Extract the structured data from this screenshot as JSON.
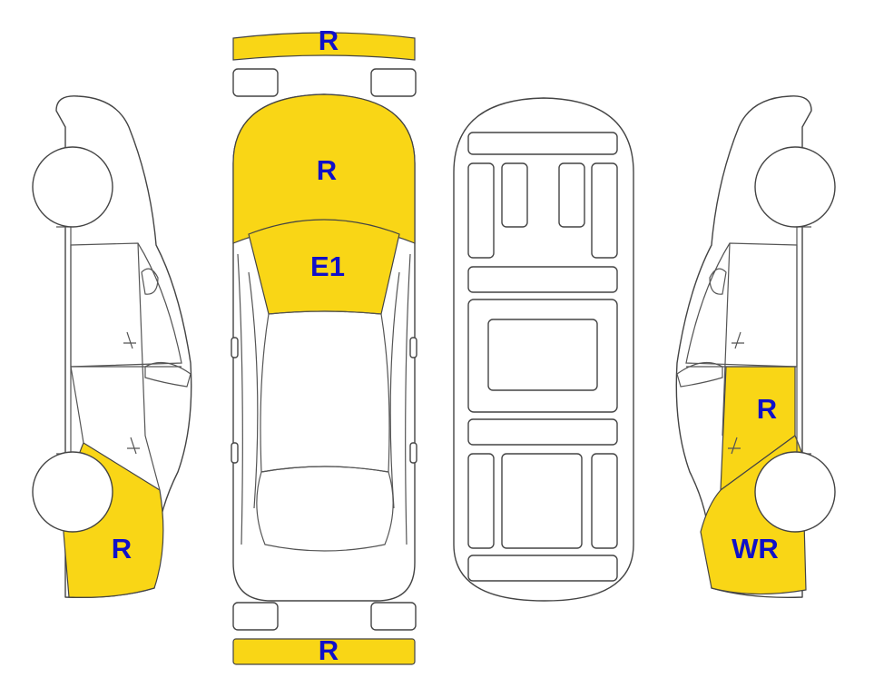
{
  "colors": {
    "damage_fill": "#f9d616",
    "label_text": "#1010c8",
    "outline": "#444444"
  },
  "labels": {
    "front_bumper": "R",
    "hood": "R",
    "windshield": "E1",
    "rear_bumper": "R",
    "left_rear_quarter": "R",
    "right_front_door": "R",
    "right_front_fender": "WR"
  }
}
